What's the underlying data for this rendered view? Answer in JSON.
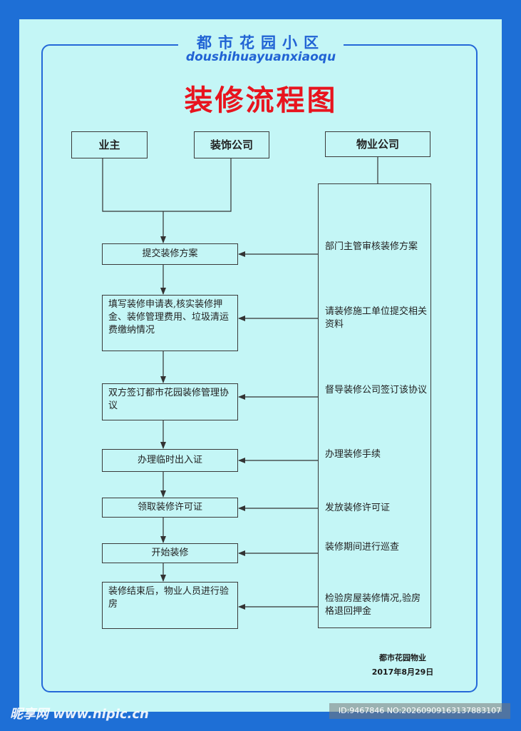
{
  "header": {
    "brand_cn": "都市花园小区",
    "brand_pinyin": "doushihuayuanxiaoqu",
    "title": "装修流程图"
  },
  "parties": {
    "owner": "业主",
    "decoration_company": "装饰公司",
    "property_company": "物业公司"
  },
  "owner_steps": [
    "提交装修方案",
    "填写装修申请表,核实装修押金、装修管理费用、垃圾清运费缴纳情况",
    "双方签订都市花园装修管理协议",
    "办理临时出入证",
    "领取装修许可证",
    "开始装修",
    "装修结束后，物业人员进行验房"
  ],
  "property_steps": [
    "部门主管审核装修方案",
    "请装修施工单位提交相关资料",
    "督导装修公司签订该协议",
    "办理装修手续",
    "发放装修许可证",
    "装修期间进行巡查",
    "检验房屋装修情况,验房格退回押金"
  ],
  "footer": {
    "issuer": "都市花园物业",
    "date": "2017年8月29日"
  },
  "watermark": {
    "logo": "昵享网 www.nipic.cn",
    "id": "ID:9467846 NO:20260909163137883107"
  },
  "colors": {
    "background_blue": "#1e6fd6",
    "panel": "#c4f6f6",
    "title_red": "#e8141e",
    "brand_blue": "#2163d4"
  }
}
